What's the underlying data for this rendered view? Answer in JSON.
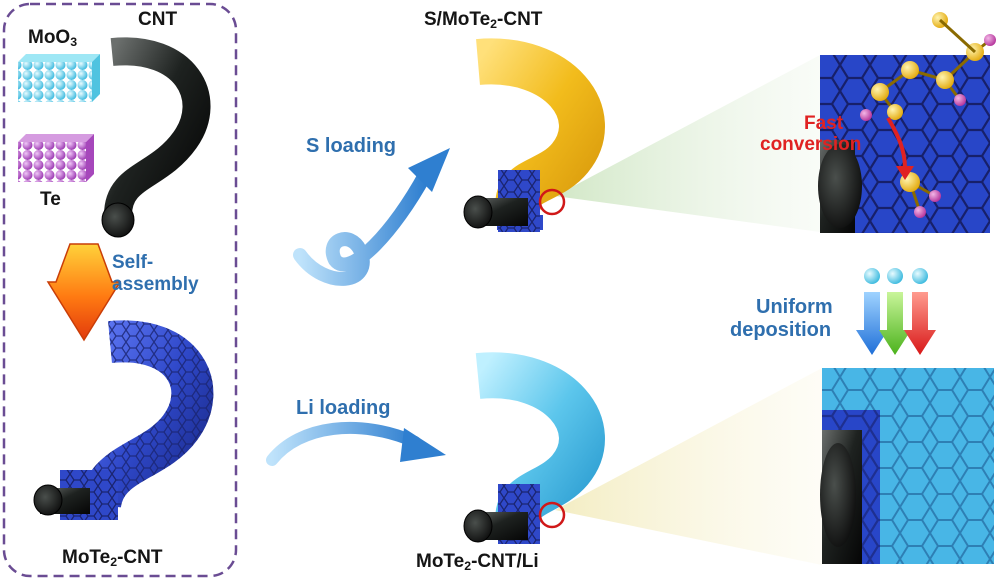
{
  "labels": {
    "moo3": {
      "prefix": "MoO",
      "sub": "3",
      "suffix": ""
    },
    "cnt": "CNT",
    "te": "Te",
    "self_assembly_line1": "Self-",
    "self_assembly_line2": "assembly",
    "mote2_cnt": {
      "prefix": "MoTe",
      "sub": "2",
      "suffix": "-CNT"
    },
    "s_mote2_cnt": {
      "prefix": "S/MoTe",
      "sub": "2",
      "suffix": "-CNT"
    },
    "mote2_cnt_li": {
      "prefix": "MoTe",
      "sub": "2",
      "suffix": "-CNT/Li"
    },
    "s_loading": "S loading",
    "li_loading": "Li loading",
    "fast_conversion_line1": "Fast",
    "fast_conversion_line2": "conversion",
    "uniform_deposition_line1": "Uniform",
    "uniform_deposition_line2": "deposition"
  },
  "colors": {
    "panel_border": "#6a4c93",
    "moo3": "#5fd3ea",
    "te": "#b85ac8",
    "cnt": "#1b1f1d",
    "mote2": "#2f48c9",
    "sulfur": "#f2bc1c",
    "lithium": "#5cc6ec",
    "arrow_blue": "#3b8fd6",
    "label_blue": "#2f6fae",
    "label_red": "#e02222"
  }
}
